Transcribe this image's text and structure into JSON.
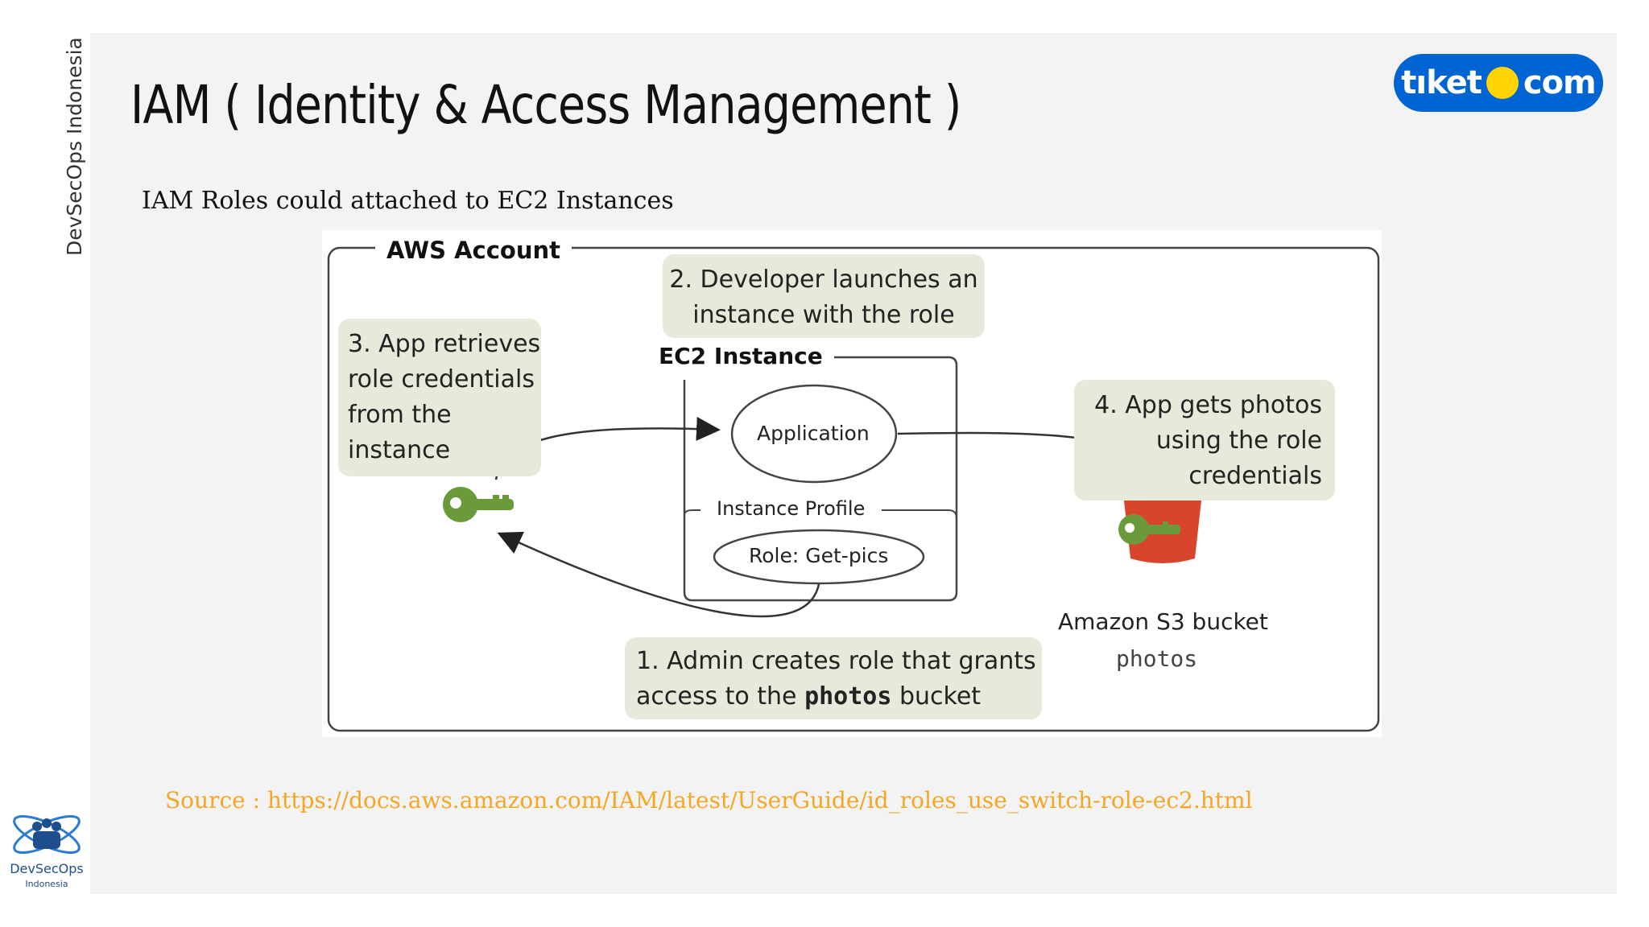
{
  "sidebar": {
    "vertical_label": "DevSecOps Indonesia"
  },
  "header": {
    "title": "IAM ( Identity & Access Management )",
    "subtitle": "IAM Roles could attached to EC2 Instances"
  },
  "brand_logo_top_right": {
    "left": "tıket",
    "right": "com",
    "color": "#0064d2",
    "dot_color": "#ffd400"
  },
  "diagram": {
    "account_label": "AWS Account",
    "ec2_label": "EC2 Instance",
    "application_label": "Application",
    "instance_profile_label": "Instance Profile",
    "role_label": "Role: Get-pics",
    "step2": [
      "2. Developer launches an",
      "instance with the role"
    ],
    "step3": [
      "3. App retrieves",
      "role credentials",
      "from the",
      "instance"
    ],
    "step4": [
      "4. App gets photos",
      "using the role",
      "credentials"
    ],
    "step1_line1": "1. Admin creates role that grants",
    "step1_line2_prefix": "access to the",
    "step1_line2_code": "photos",
    "step1_line2_suffix": "bucket",
    "s3_label": "Amazon S3 bucket",
    "s3_bucket_name": "photos",
    "colors": {
      "callout_bg": "#e6eadb",
      "key_green": "#6a9a3a",
      "bucket_red": "#d9442d"
    },
    "icons": [
      "key-icon",
      "s3-bucket-icon"
    ]
  },
  "footer": {
    "source": "Source : https://docs.aws.amazon.com/IAM/latest/UserGuide/id_roles_use_switch-role-ec2.html",
    "brand_name": "DevSecOps",
    "brand_sub": "Indonesia"
  }
}
